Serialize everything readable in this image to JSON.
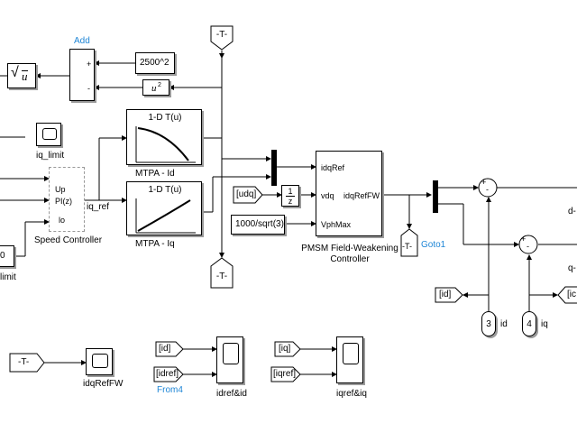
{
  "diagram": {
    "add_block": {
      "name": "Add",
      "sign_plus": "+",
      "sign_minus": "-"
    },
    "constant_2500": {
      "value": "2500^2"
    },
    "square_block": {
      "text": "u",
      "superscript": "2"
    },
    "sqrt_block": {
      "text": "u"
    },
    "goto_top": {
      "tag": "-T-"
    },
    "iq_limit_scope": {
      "name": "iq_limit"
    },
    "mtpa_id": {
      "header": "1-D T(u)",
      "name": "MTPA - Id"
    },
    "mtpa_iq": {
      "header": "1-D T(u)",
      "name": "MTPA - Iq"
    },
    "speed_controller": {
      "name": "Speed Controller",
      "port_pid": "PI(z)",
      "port_up": "Up",
      "port_lo": "lo"
    },
    "iq_ref_signal": "iq_ref",
    "limit_input": {
      "value": "0",
      "name": "limit"
    },
    "goto_mid": {
      "tag": "-T-"
    },
    "from_udq": {
      "tag": "[udq]"
    },
    "unit_delay": {
      "num": "1",
      "den": "z"
    },
    "vphmax_const": {
      "value": "1000/sqrt(3)"
    },
    "pmsm_block": {
      "in_idqref": "idqRef",
      "in_vdq": "vdq",
      "in_vphmax": "VphMax",
      "out": "idqRefFW",
      "name_line1": "PMSM Field-Weakening",
      "name_line2": "Controller"
    },
    "goto1": {
      "tag": "-T-",
      "name": "Goto1"
    },
    "sum_top_signs": {
      "plus": "+",
      "minus": "-"
    },
    "sum_bottom_signs": {
      "plus": "+",
      "minus": "-"
    },
    "right_label_d": "d-",
    "right_label_q": "q-",
    "from_id_right": "[id]",
    "from_ic_right": "[ic",
    "inport_id": {
      "num": "3",
      "name": "id"
    },
    "inport_iq": {
      "num": "4",
      "name": "iq"
    },
    "from_t_bottom": {
      "tag": "-T-"
    },
    "scope_idqreffw": {
      "name": "idqRefFW"
    },
    "from_id_bottom": "[id]",
    "from_idref": "[idref]",
    "from4_name": "From4",
    "scope_idref_id": {
      "name": "idref&id"
    },
    "from_iq_bottom": "[iq]",
    "from_iqref": "[iqref]",
    "scope_iqref_iq": {
      "name": "iqref&iq"
    }
  }
}
